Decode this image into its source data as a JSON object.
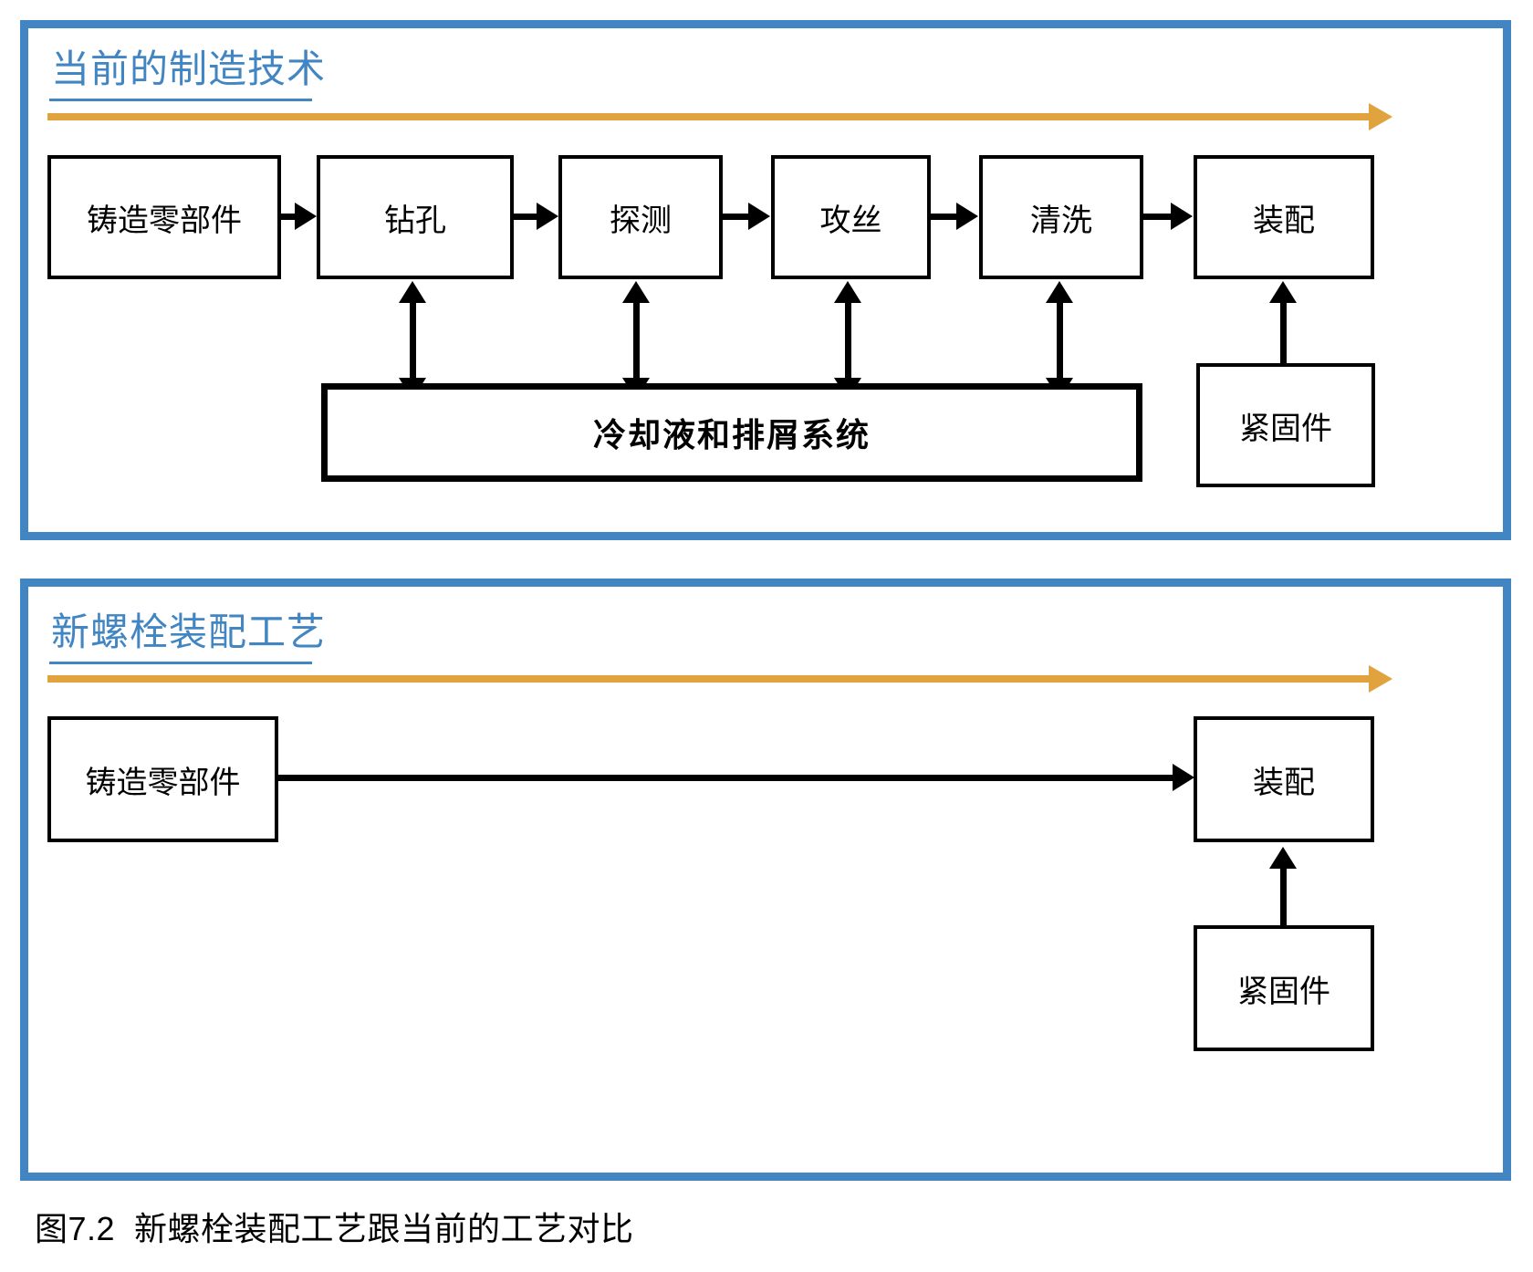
{
  "figure": {
    "caption": "图7.2  新螺栓装配工艺跟当前的工艺对比",
    "accent_blue": "#4285c3",
    "accent_orange": "#e0a33e",
    "line_color": "#000000"
  },
  "panels": [
    {
      "id": "current",
      "title": "当前的制造技术",
      "flow_boxes": [
        {
          "label": "铸造零部件"
        },
        {
          "label": "钻孔"
        },
        {
          "label": "探测"
        },
        {
          "label": "攻丝"
        },
        {
          "label": "清洗"
        },
        {
          "label": "装配"
        }
      ],
      "support_box": {
        "label": "冷却液和排屑系统"
      },
      "fastener_box": {
        "label": "紧固件"
      }
    },
    {
      "id": "new",
      "title": "新螺栓装配工艺",
      "flow_boxes": [
        {
          "label": "铸造零部件"
        },
        {
          "label": "装配"
        }
      ],
      "fastener_box": {
        "label": "紧固件"
      }
    }
  ]
}
